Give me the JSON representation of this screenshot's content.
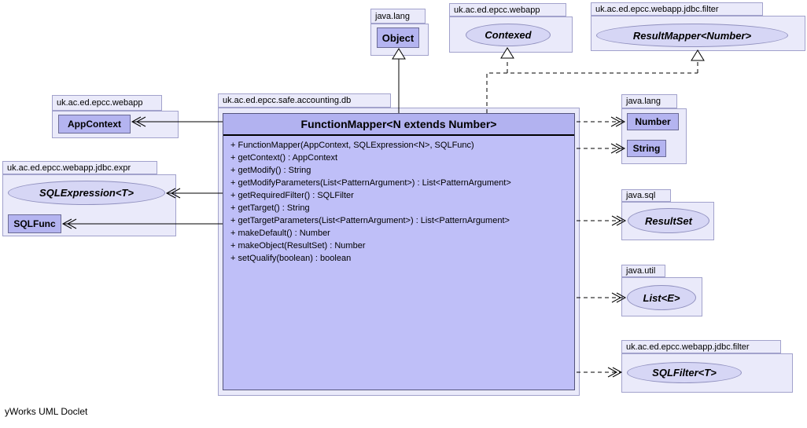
{
  "footer": "yWorks UML Doclet",
  "colors": {
    "package_fill": "#eaeafa",
    "package_border": "#a2a2cc",
    "class_fill": "#b4b4f0",
    "class_border": "#6b6b96",
    "interface_fill": "#d6d6f5",
    "main_header_fill": "#b2b2f0",
    "main_body_fill": "#bfbff8",
    "edge_color": "#000000"
  },
  "packages": {
    "java_lang_top": "java.lang",
    "webapp_top": "uk.ac.ed.epcc.webapp",
    "filter_top": "uk.ac.ed.epcc.webapp.jdbc.filter",
    "webapp_left": "uk.ac.ed.epcc.webapp",
    "expr_left": "uk.ac.ed.epcc.webapp.jdbc.expr",
    "main": "uk.ac.ed.epcc.safe.accounting.db",
    "java_lang_right": "java.lang",
    "java_sql": "java.sql",
    "java_util": "java.util",
    "filter_bottom": "uk.ac.ed.epcc.webapp.jdbc.filter"
  },
  "classes": {
    "object": "Object",
    "app_context": "AppContext",
    "sql_func": "SQLFunc",
    "number": "Number",
    "string": "String"
  },
  "interfaces": {
    "contexed": "Contexed",
    "result_mapper": "ResultMapper<Number>",
    "sql_expression": "SQLExpression<T>",
    "result_set": "ResultSet",
    "list": "List<E>",
    "sql_filter": "SQLFilter<T>"
  },
  "main": {
    "title": "FunctionMapper<N extends Number>",
    "methods": [
      "+ FunctionMapper(AppContext, SQLExpression<N>, SQLFunc)",
      "+ getContext() : AppContext",
      "+ getModify() : String",
      "+ getModifyParameters(List<PatternArgument>) : List<PatternArgument>",
      "+ getRequiredFilter() : SQLFilter",
      "+ getTarget() : String",
      "+ getTargetParameters(List<PatternArgument>) : List<PatternArgument>",
      "+ makeDefault() : Number",
      "+ makeObject(ResultSet) : Number",
      "+ setQualify(boolean) : boolean"
    ]
  }
}
